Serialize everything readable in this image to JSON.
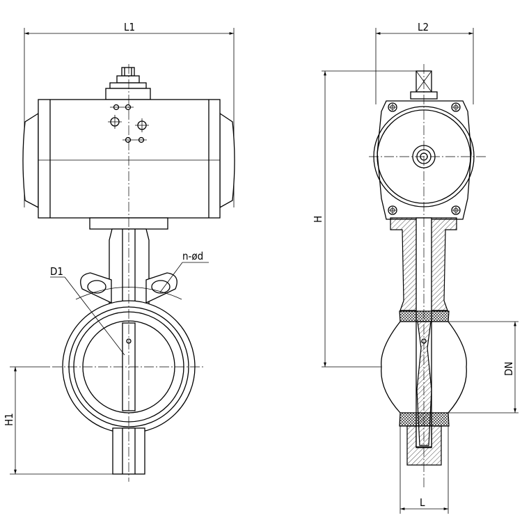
{
  "drawing": {
    "front_view": {
      "labels": {
        "L1": "L1",
        "H1": "H1",
        "D1": "D1",
        "holes": "n-ød"
      }
    },
    "side_view": {
      "labels": {
        "L2": "L2",
        "H": "H",
        "DN": "DN",
        "L": "L"
      }
    }
  }
}
